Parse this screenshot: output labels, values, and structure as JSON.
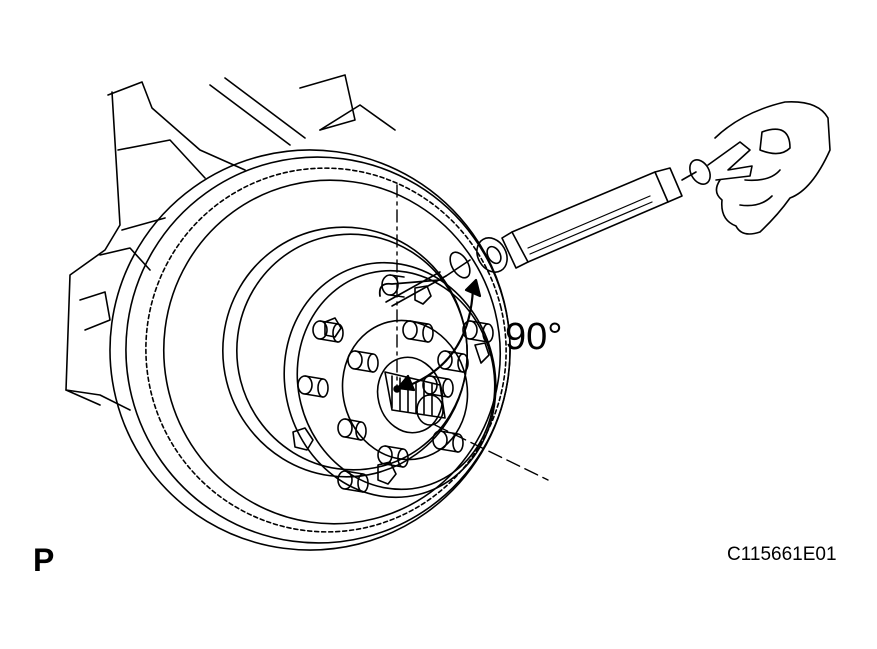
{
  "figure": {
    "angle_label": "90°",
    "view_code": "P",
    "figure_id": "C115661E01"
  },
  "colors": {
    "ink": "#000000",
    "paper": "#ffffff"
  },
  "parts": {
    "components": [
      "brake-disc",
      "axle-hub",
      "hub-studs",
      "pull-scale",
      "hand"
    ],
    "stud_count": 12
  }
}
